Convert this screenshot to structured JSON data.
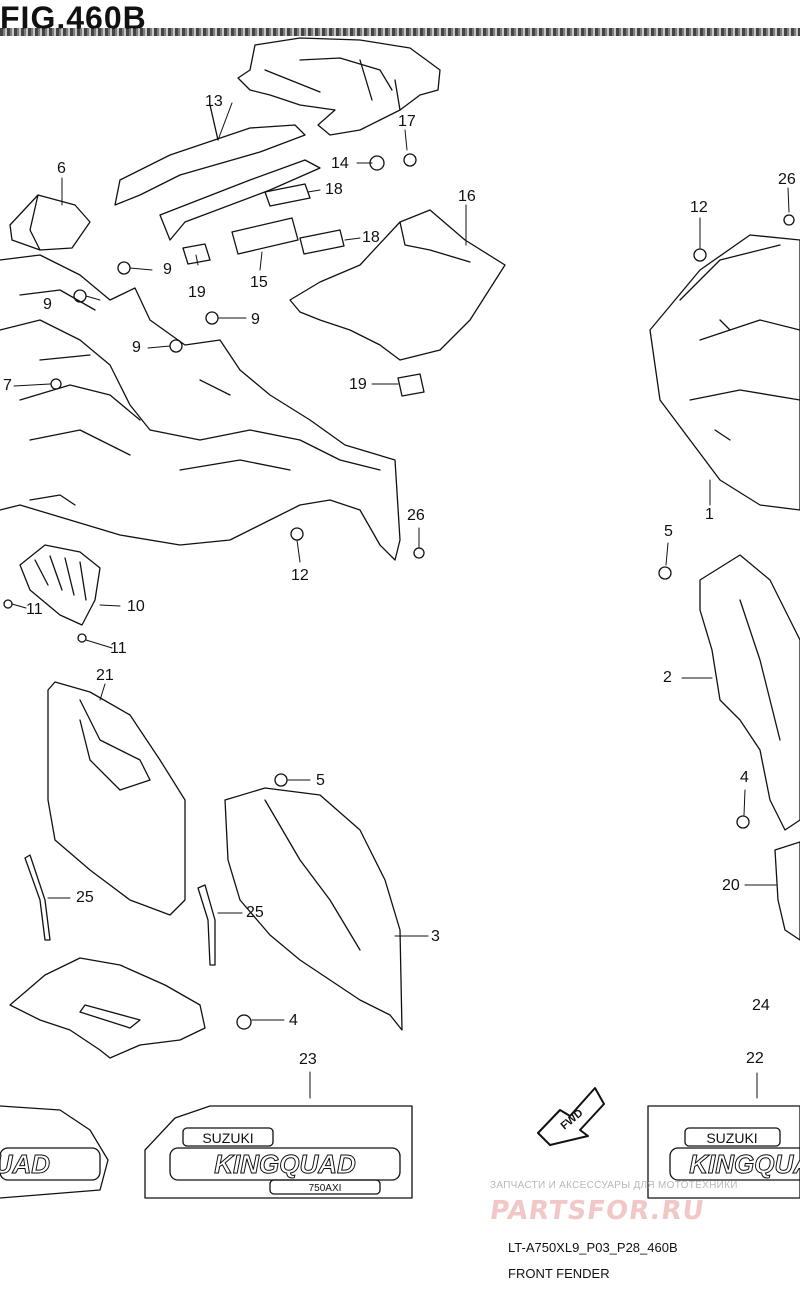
{
  "figure": {
    "title": "FIG.460B"
  },
  "callouts": {
    "c13": "13",
    "c14": "14",
    "c17": "17",
    "c6": "6",
    "c18a": "18",
    "c18b": "18",
    "c16": "16",
    "c26a": "26",
    "c12a": "12",
    "c9a": "9",
    "c9b": "9",
    "c9c": "9",
    "c9d": "9",
    "c19a": "19",
    "c15": "15",
    "c19b": "19",
    "c7": "7",
    "c1": "1",
    "c26b": "26",
    "c12b": "12",
    "c5a": "5",
    "c11a": "11",
    "c10": "10",
    "c11b": "11",
    "c21": "21",
    "c2": "2",
    "c5b": "5",
    "c4a": "4",
    "c20": "20",
    "c25a": "25",
    "c25b": "25",
    "c3": "3",
    "c4b": "4",
    "c24": "24",
    "c23": "23",
    "c22": "22"
  },
  "decals": {
    "brand": "SUZUKI",
    "model": "KINGQUAD",
    "sub": "750AXI"
  },
  "arrow_label": "FWD",
  "footer": {
    "code": "LT-A750XL9_P03_P28_460B",
    "name": "FRONT FENDER"
  },
  "watermark": {
    "line1": "ЗАПЧАСТИ И АКСЕССУАРЫ ДЛЯ МОТОТЕХНИКИ",
    "line2": "PARTSFOR.RU"
  }
}
